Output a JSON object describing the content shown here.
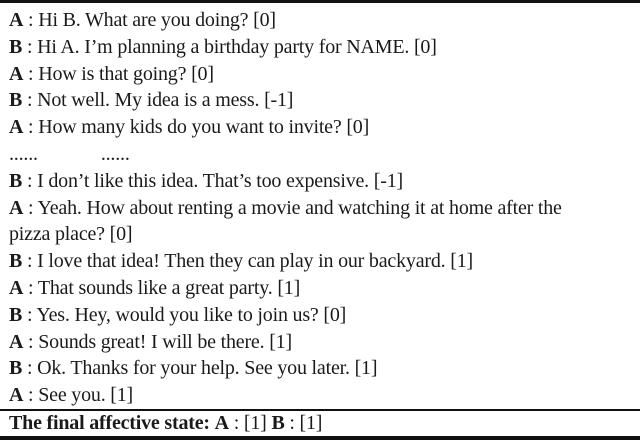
{
  "figure": {
    "separator": " : ",
    "colors": {
      "background": "#ffffff",
      "text": "#1a1a1a",
      "rule": "#111111"
    },
    "dialogue_lines": [
      {
        "speaker": "A",
        "text": "Hi B. What are you doing?",
        "score": "[0]"
      },
      {
        "speaker": "B",
        "text": "Hi A. I’m planning a birthday party for NAME.",
        "score": "[0]"
      },
      {
        "speaker": "A",
        "text": "How is that going?",
        "score": "[0]"
      },
      {
        "speaker": "B",
        "text": "Not well. My idea is a mess.",
        "score": "[-1]"
      },
      {
        "speaker": "A",
        "text": "How many kids do you want to invite?",
        "score": "[0]"
      },
      {
        "ellipsis": true,
        "left": "......",
        "right": "......"
      },
      {
        "speaker": "B",
        "text": "I don’t like this idea. That’s too expensive.",
        "score": "[-1]"
      },
      {
        "speaker": "A",
        "text": "Yeah. How about renting a movie and watching it at home after the",
        "score": ""
      },
      {
        "speaker": "",
        "text": "pizza place?",
        "score": "[0]"
      },
      {
        "speaker": "B",
        "text": "I love that idea! Then they can play in our backyard.",
        "score": "[1]"
      },
      {
        "speaker": "A",
        "text": "That sounds like a great party.",
        "score": "[1]"
      },
      {
        "speaker": "B",
        "text": "Yes. Hey, would you like to join us?",
        "score": "[0]"
      },
      {
        "speaker": "A",
        "text": "Sounds great! I will be there.",
        "score": "[1]"
      },
      {
        "speaker": "B",
        "text": "Ok. Thanks for your help. See you later.",
        "score": "[1]"
      },
      {
        "speaker": "A",
        "text": "See you.",
        "score": "[1]"
      }
    ],
    "footer": {
      "label": "The final affective state:",
      "a_speaker": "A",
      "a_sep": " : ",
      "a_value": "[1]",
      "b_speaker": "B",
      "b_sep": " : ",
      "b_value": "[1]"
    }
  }
}
